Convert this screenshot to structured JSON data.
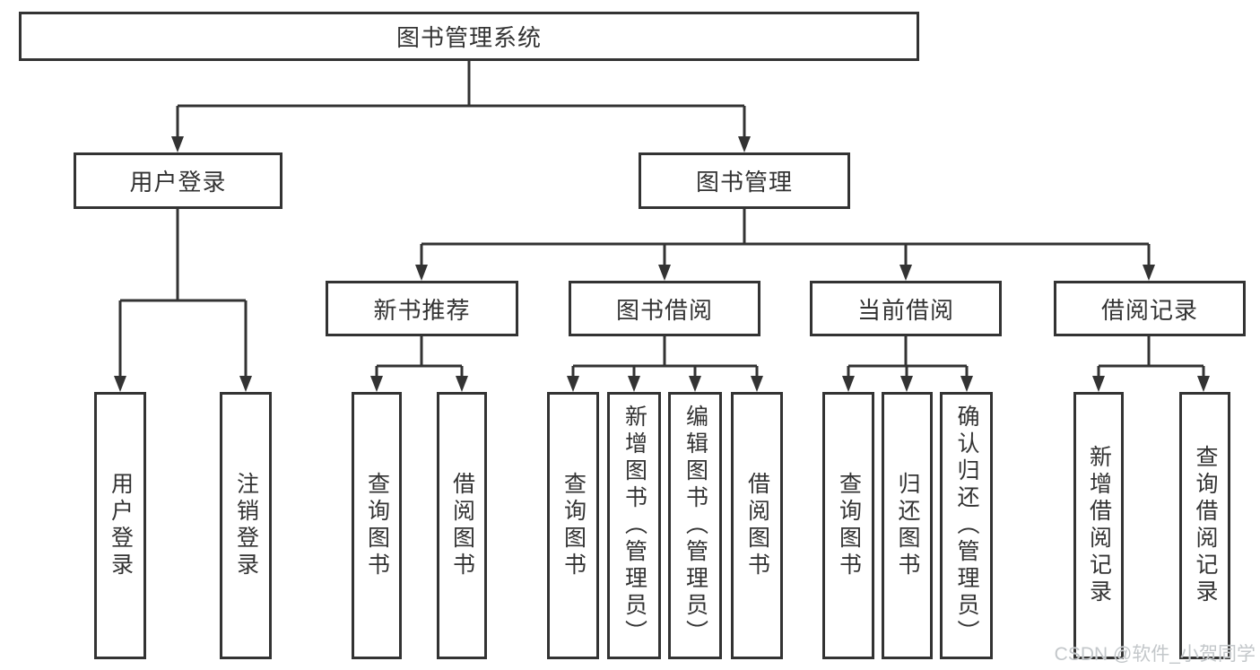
{
  "tree": {
    "root": {
      "label": "图书管理系统"
    },
    "branches": [
      {
        "label": "用户登录",
        "children": [
          {
            "label": "用户登录"
          },
          {
            "label": "注销登录"
          }
        ]
      },
      {
        "label": "图书管理",
        "children": [
          {
            "label": "新书推荐",
            "children": [
              {
                "label": "查询图书"
              },
              {
                "label": "借阅图书"
              }
            ]
          },
          {
            "label": "图书借阅",
            "children": [
              {
                "label": "查询图书"
              },
              {
                "label": "新增图书（管理员）"
              },
              {
                "label": "编辑图书（管理员）"
              },
              {
                "label": "借阅图书"
              }
            ]
          },
          {
            "label": "当前借阅",
            "children": [
              {
                "label": "查询图书"
              },
              {
                "label": "归还图书"
              },
              {
                "label": "确认归还（管理员）"
              }
            ]
          },
          {
            "label": "借阅记录",
            "children": [
              {
                "label": "新增借阅记录"
              },
              {
                "label": "查询借阅记录"
              }
            ]
          }
        ]
      }
    ]
  },
  "watermark": {
    "text": "CSDN @软件_小贺同学"
  },
  "colors": {
    "line": "#333333",
    "text": "#333333",
    "background": "#ffffff",
    "watermark": "#c3c7ca"
  }
}
